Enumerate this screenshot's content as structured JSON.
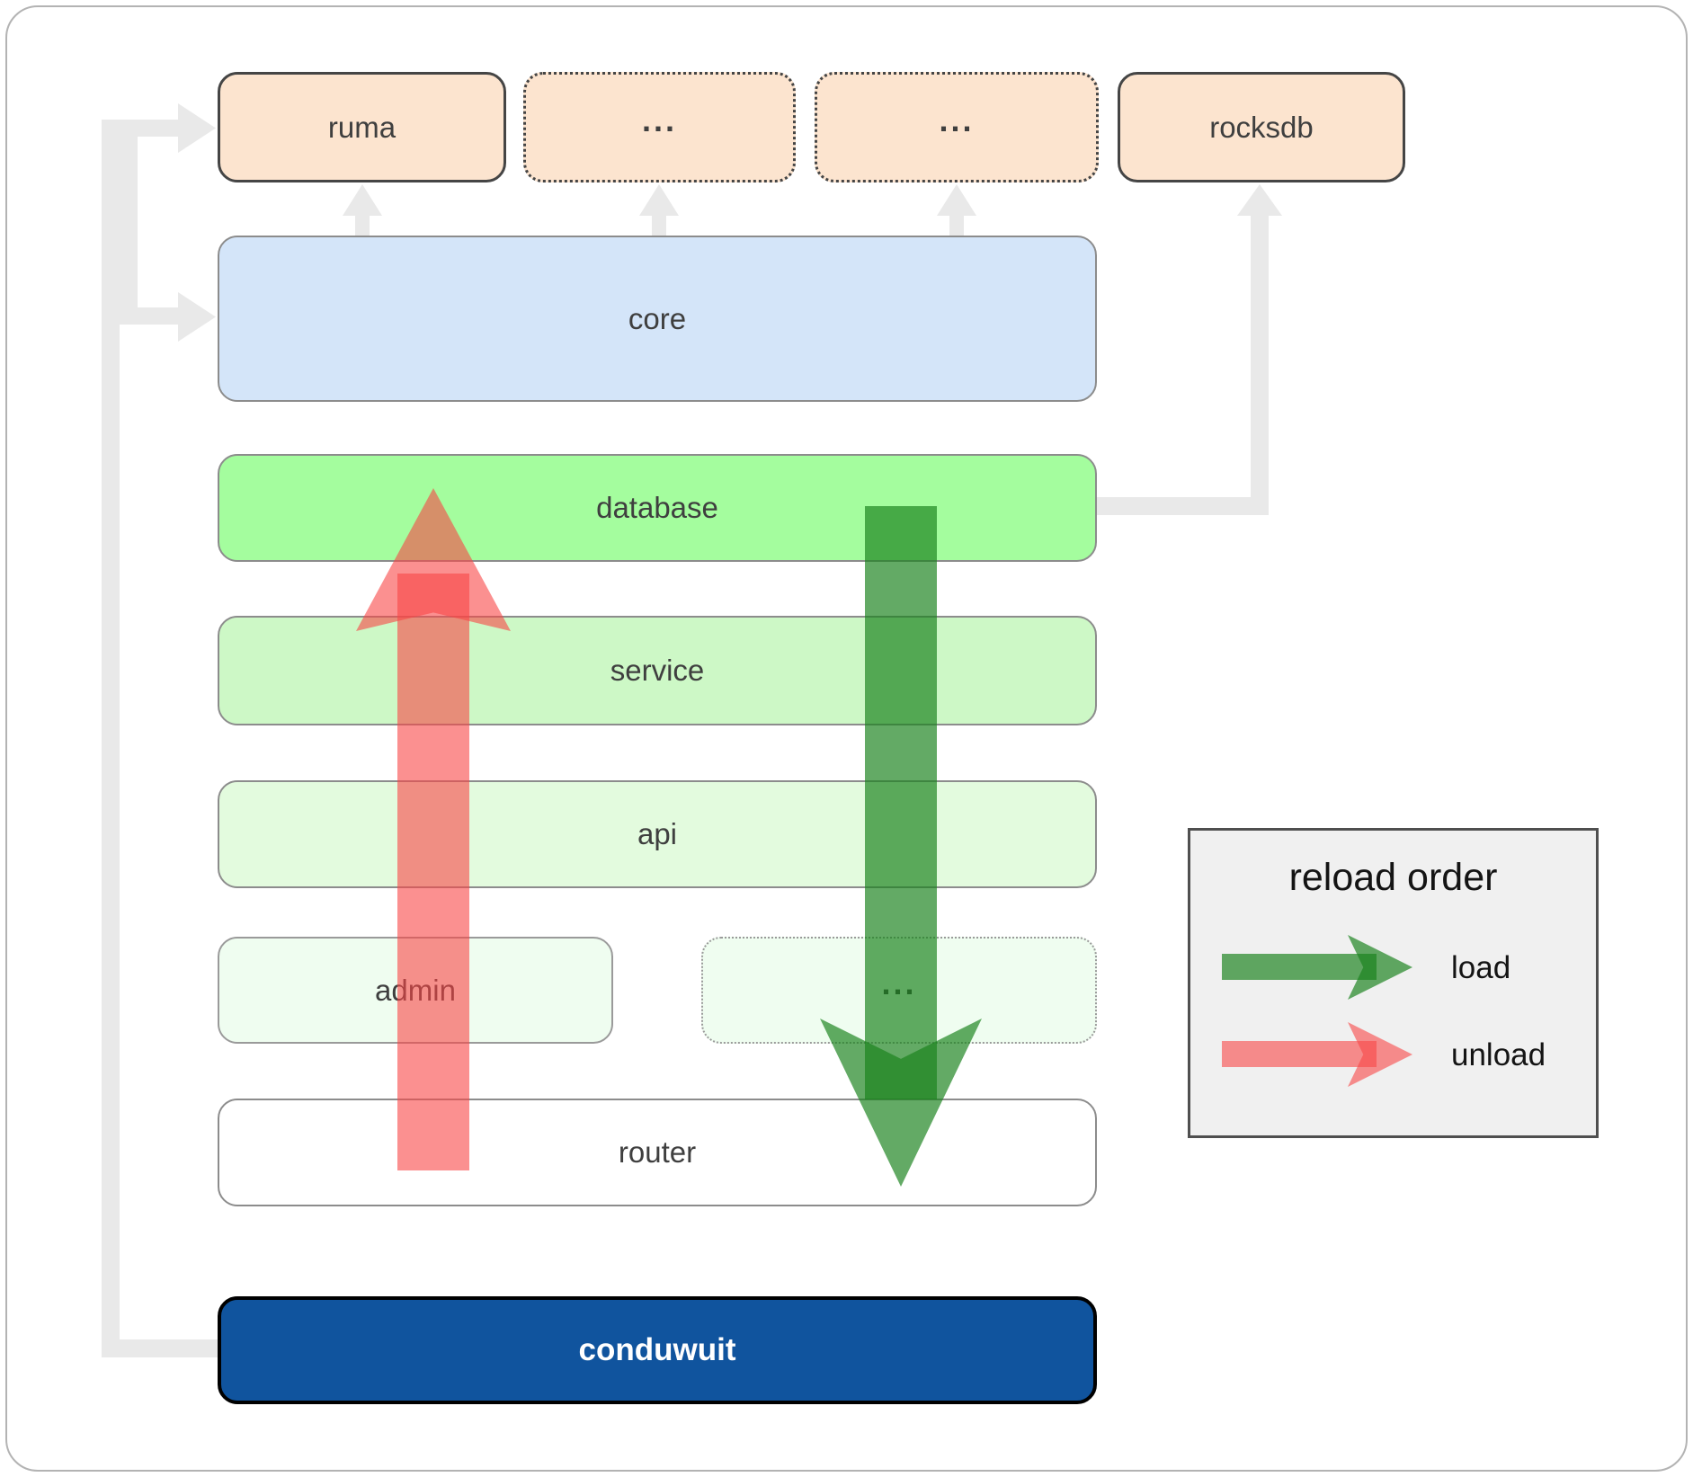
{
  "diagram": {
    "title_hint": "conduwuit module reload-order architecture diagram",
    "labels": {
      "ruma": "ruma",
      "top_ellipsis_1": "...",
      "top_ellipsis_2": "...",
      "rocksdb": "rocksdb",
      "core": "core",
      "database": "database",
      "service": "service",
      "api": "api",
      "admin": "admin",
      "admin_ellipsis": "...",
      "router": "router",
      "conduwuit": "conduwuit"
    },
    "legend": {
      "title": "reload order",
      "items": [
        {
          "label": "load",
          "arrow_color": "#1b821c"
        },
        {
          "label": "unload",
          "arrow_color": "#f84646"
        }
      ]
    },
    "colors": {
      "load_arrow_green": "#1b821c",
      "unload_arrow_red": "#f84646",
      "peach_fill": "#fce4cf",
      "core_fill": "#d4e5f9",
      "database_fill": "#a4fd9e",
      "service_fill": "#cdf8c6",
      "api_fill": "#e3fbde",
      "admin_fill": "#effdf0",
      "router_fill": "#ffffff",
      "conduwuit_fill": "#10549e",
      "connector_gray": "#e9e9e9"
    }
  }
}
